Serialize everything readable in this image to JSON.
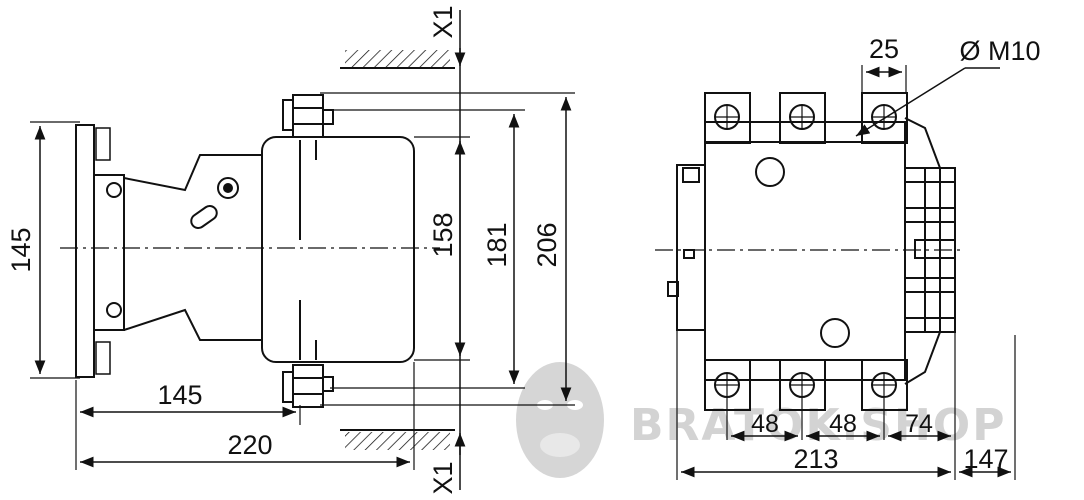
{
  "dimensions": {
    "side_height": "145",
    "side_width": "145",
    "total_width": "220",
    "height_158": "158",
    "height_181": "181",
    "height_206": "206",
    "axis_label_top": "X1",
    "axis_label_bottom": "X1",
    "terminal_spacing": "25",
    "bolt_size": "Ø M10",
    "front_48_a": "48",
    "front_48_b": "48",
    "front_74": "74",
    "front_total": "213",
    "depth_147": "147"
  },
  "watermark": {
    "text": "BRATOK.SHOP"
  },
  "colors": {
    "line": "#111111",
    "watermark": "#cfcfcf"
  }
}
